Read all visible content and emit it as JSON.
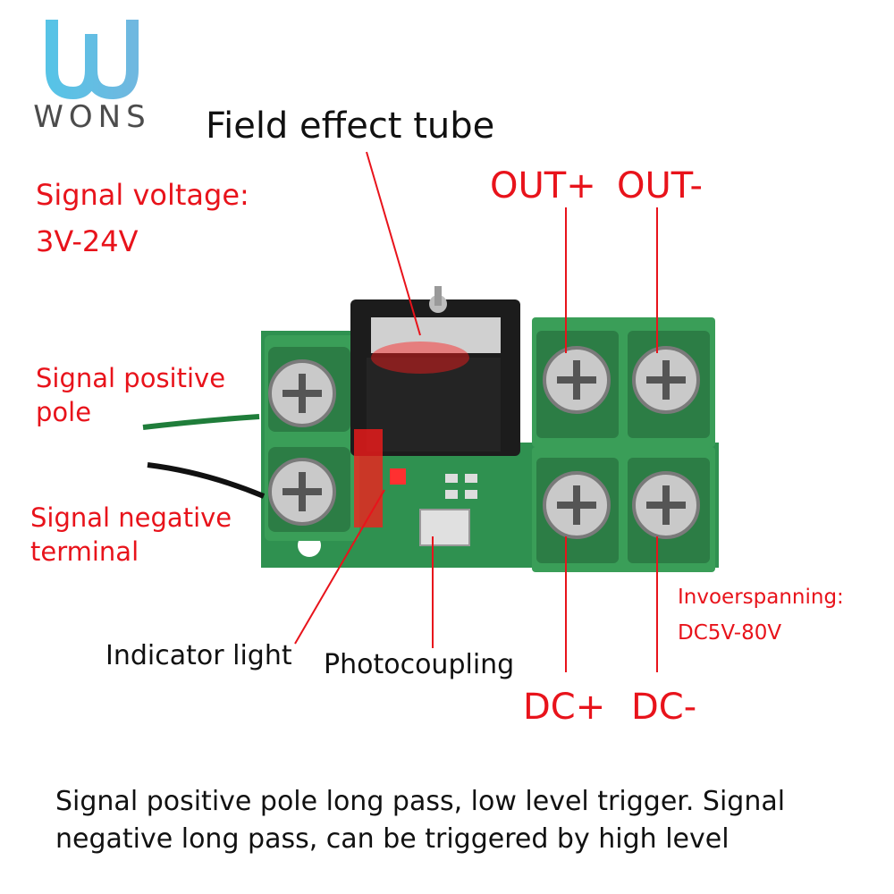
{
  "brand": {
    "logo_text": "WONS"
  },
  "labels": {
    "fet": "Field effect tube",
    "signal_voltage": [
      "Signal voltage:",
      "3V-24V"
    ],
    "out_plus": "OUT+",
    "out_minus": "OUT-",
    "signal_positive": [
      "Signal positive",
      "pole"
    ],
    "signal_negative": [
      "Signal negative",
      "terminal"
    ],
    "indicator": "Indicator light",
    "photocoupling": "Photocoupling",
    "dc_plus": "DC+",
    "dc_minus": "DC-",
    "input_voltage": [
      "Invoerspanning:",
      "DC5V-80V"
    ]
  },
  "caption": "Signal positive pole long pass, low level trigger. Signal negative long pass, can be triggered by high level",
  "colors": {
    "pcb_green": "#2e8b4a",
    "terminal_green": "#3a9a55",
    "label_red": "#e8131b",
    "led_red": "#ff1a1a"
  }
}
